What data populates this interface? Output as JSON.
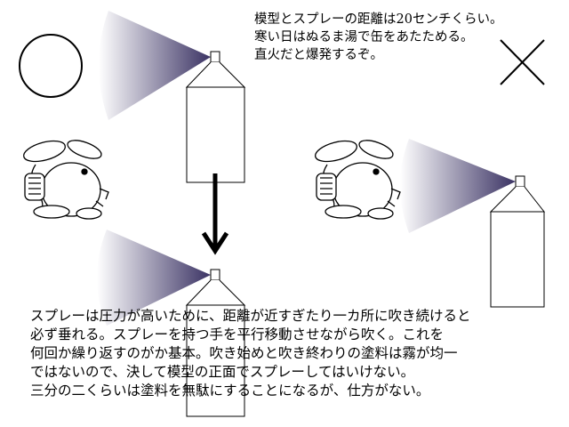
{
  "note": {
    "lines": [
      "模型とスプレーの距離は20センチくらい。",
      "寒い日はぬるま湯で缶をあたためる。",
      "直火だと爆発するぞ。"
    ]
  },
  "body": {
    "lines": [
      "スプレーは圧力が高いために、距離が近すぎたり一カ所に吹き続けると",
      "必ず垂れる。スプレーを持つ手を平行移動させながら吹く。これを",
      "何回か繰り返すのがか基本。吹き始めと吹き終わりの塗料は霧が均一",
      "ではないので、決して模型の正面でスプレーしてはいけない。",
      "三分の二くらいは塗料を無駄にすることになるが、仕方がない。"
    ]
  },
  "colors": {
    "spray": "#3b3364",
    "ink": "#000000"
  },
  "icons": [
    "ok-circle-icon",
    "ng-cross-icon",
    "down-arrow-icon",
    "spray-can-icon",
    "mascot-character-icon"
  ]
}
